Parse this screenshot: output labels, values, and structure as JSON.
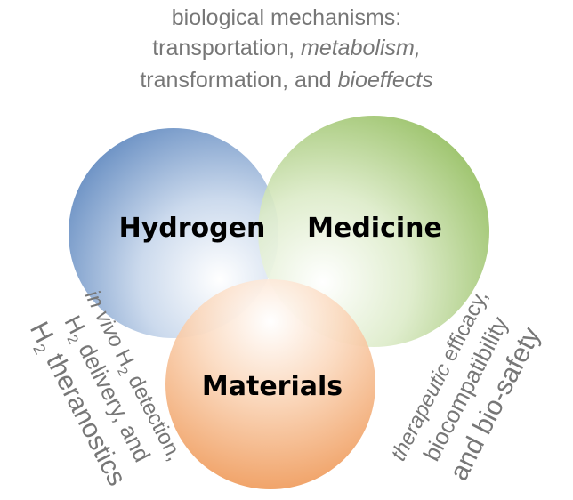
{
  "top_caption": {
    "line1": "biological mechanisms:",
    "line2a": "transportation, ",
    "line2b": "metabolism,",
    "line3a": "transformation, and ",
    "line3b": "bioeffects"
  },
  "circles": {
    "hydrogen": "Hydrogen",
    "medicine": "Medicine",
    "materials": "Materials"
  },
  "left_caption": {
    "line1a": "in vivo",
    "line1b": " H",
    "line1sub": "2",
    "line1c": " detection,",
    "line2a": "H",
    "line2sub": "2",
    "line2b": " delivery, and",
    "line3a": "H",
    "line3sub": "2",
    "line3b": " theranostics"
  },
  "right_caption": {
    "line1a": "therapeutic",
    "line1b": " efficacy,",
    "line2": "biocompatibility",
    "line3": "and bio-safety"
  },
  "colors": {
    "hydrogen": "#6f96c8",
    "medicine": "#9cc36a",
    "materials": "#f0a26a",
    "caption": "#777777"
  }
}
